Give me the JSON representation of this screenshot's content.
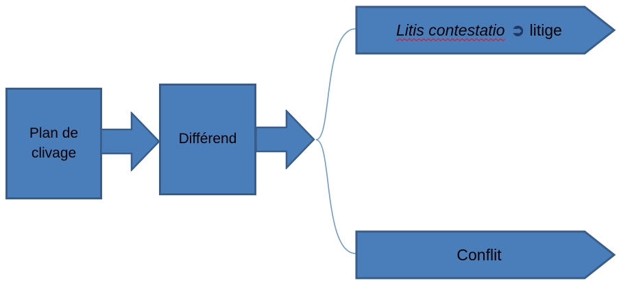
{
  "diagram": {
    "nodes": {
      "plan_de_clivage": {
        "label": "Plan de clivage"
      },
      "differend": {
        "label": "Différend"
      },
      "litis": {
        "italic_text": "Litis contestatio",
        "arrow_glyph": "➲",
        "suffix": "litige"
      },
      "conflit": {
        "label": "Conflit"
      }
    },
    "colors": {
      "shape_fill": "#4a7ebb",
      "shape_border": "#385d8a",
      "connector": "#6e9bd1",
      "text": "#000000",
      "glyph": "#1f3864",
      "spellcheck_underline": "#ff0000"
    }
  }
}
